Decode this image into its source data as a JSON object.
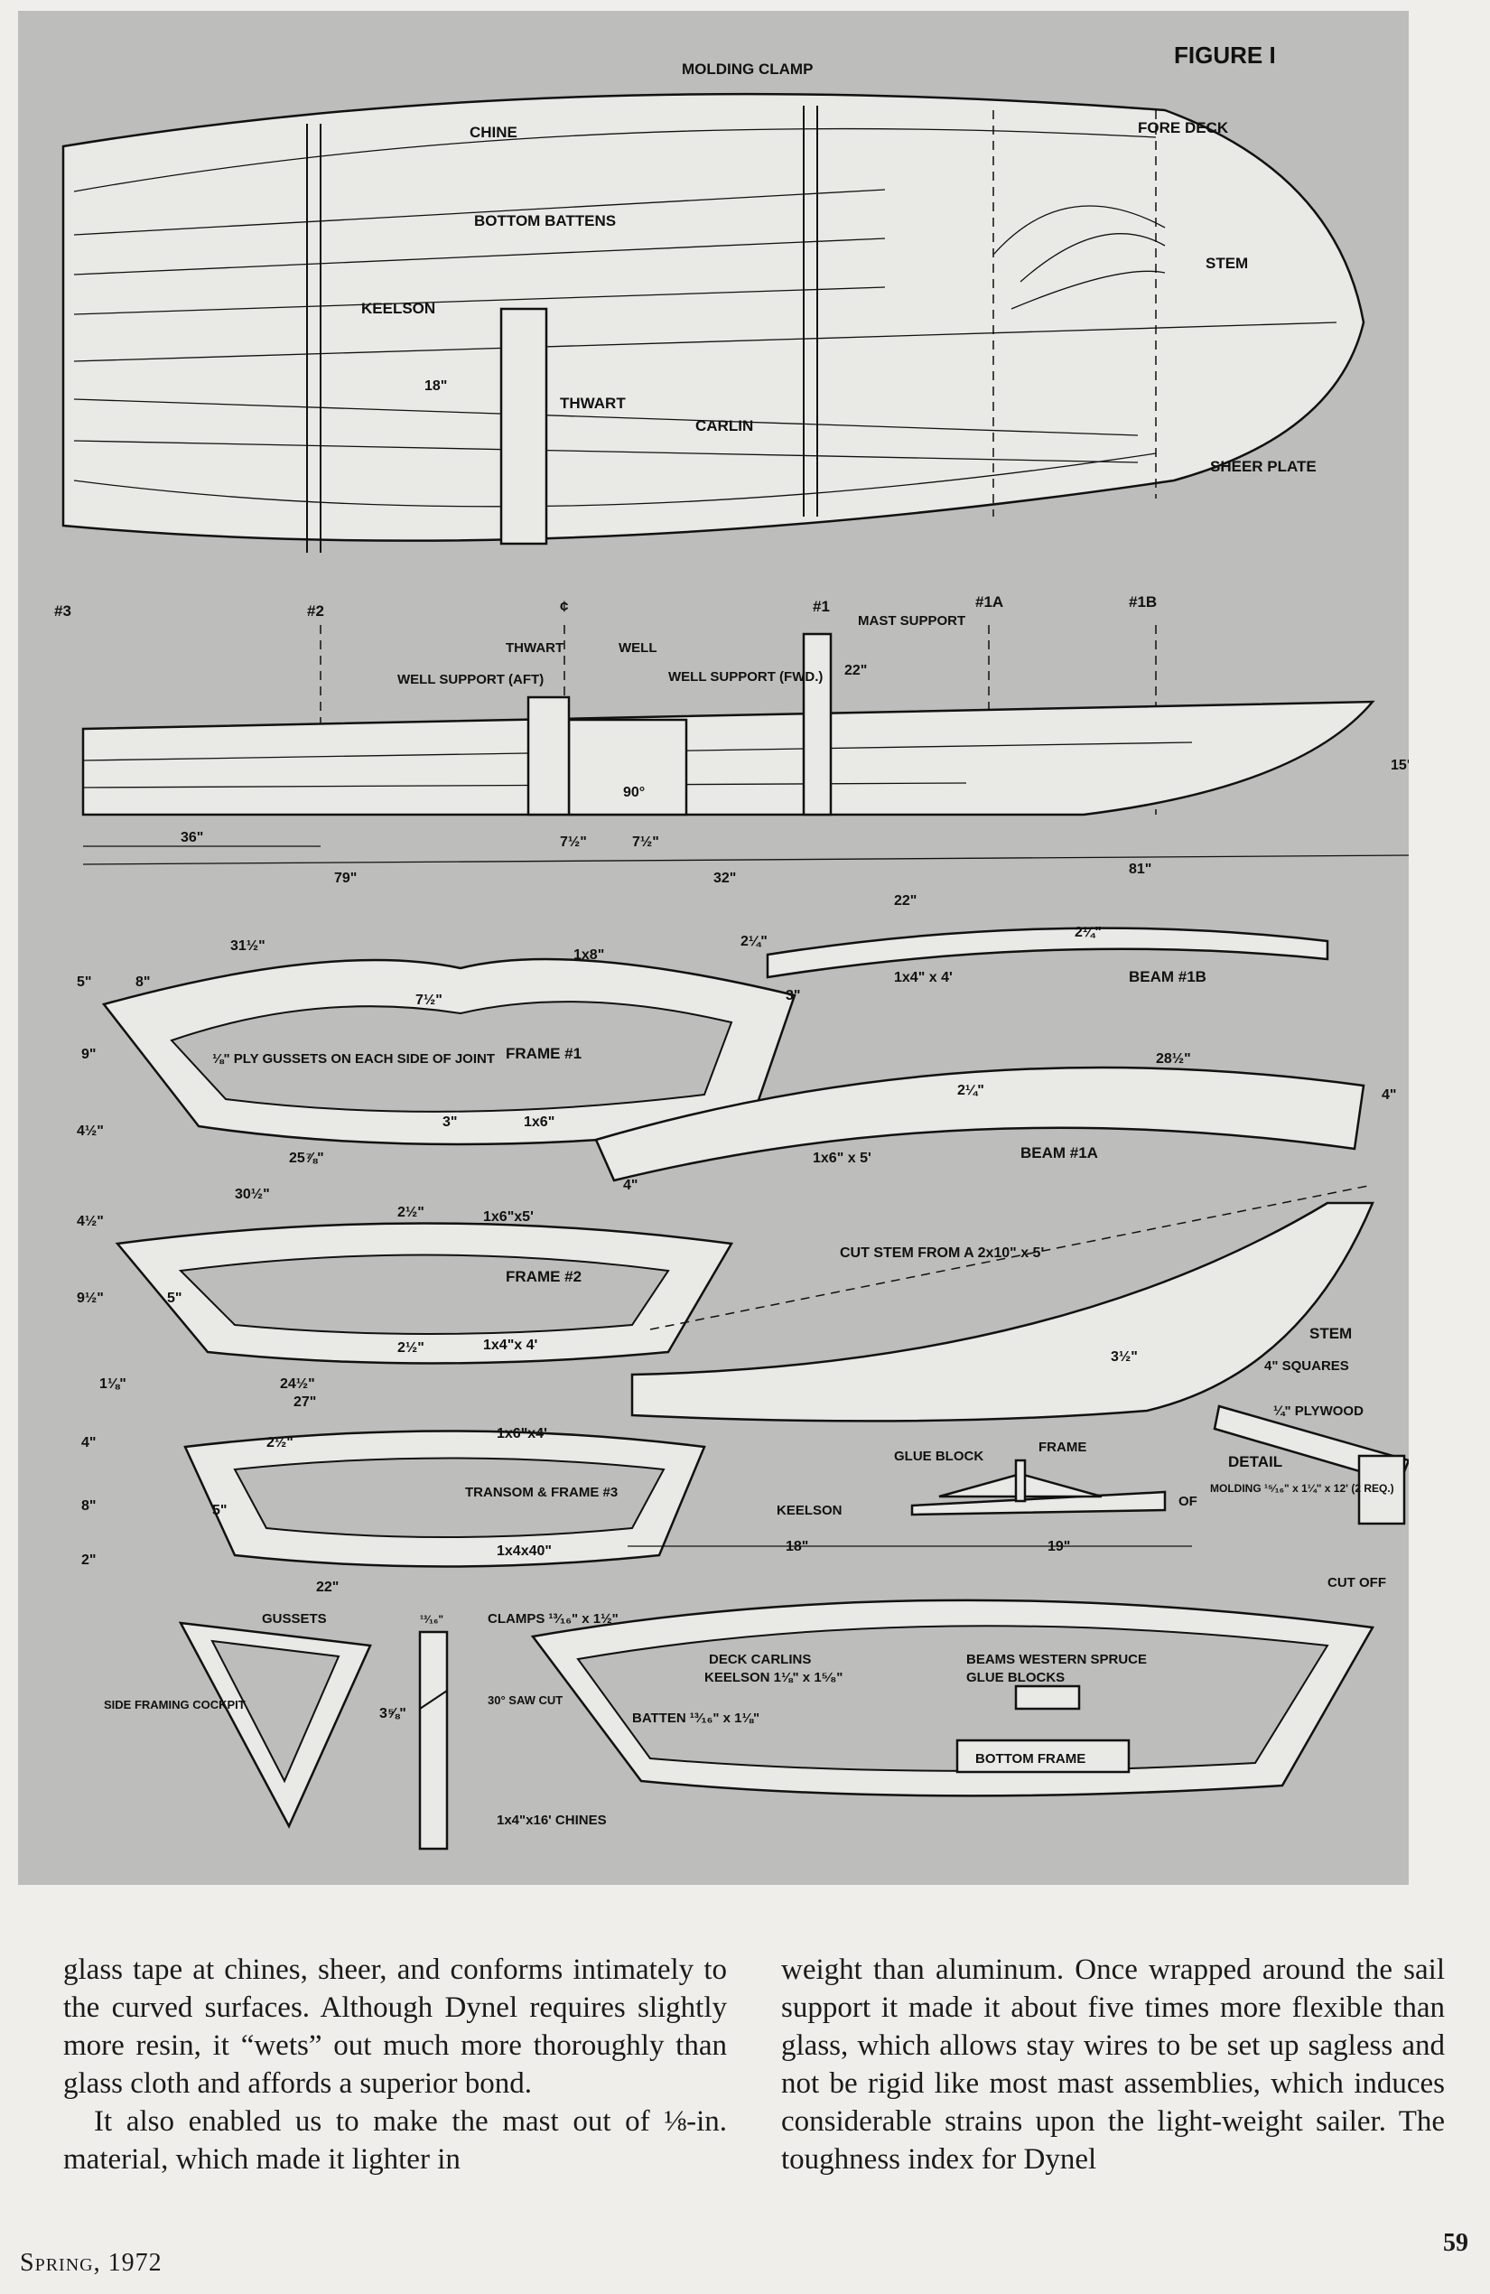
{
  "figure": {
    "title": "FIGURE I",
    "top_view": {
      "labels": [
        "MOLDING CLAMP",
        "CHINE",
        "FORE DECK",
        "BOTTOM BATTENS",
        "STEM",
        "KEELSON",
        "THWART",
        "CARLIN",
        "SHEER PLATE"
      ],
      "dim_width": "18\""
    },
    "side_view": {
      "stations": [
        "#3",
        "#2",
        "¢",
        "#1",
        "#1A",
        "#1B"
      ],
      "labels": [
        "MAST SUPPORT",
        "THWART",
        "WELL",
        "WELL SUPPORT (AFT)",
        "WELL SUPPORT (FWD.)"
      ],
      "dims": [
        "22\"",
        "90°",
        "15\"",
        "36\"",
        "7½\"",
        "7½\"",
        "79\"",
        "32\"",
        "81\""
      ]
    },
    "frame1": {
      "name": "FRAME #1",
      "gusset_note": "⅛\" PLY GUSSETS ON EACH SIDE OF JOINT",
      "stock_top": "1x8\"",
      "stock_bottom": "1x6\"",
      "dims": [
        "31½\"",
        "8\"",
        "5\"",
        "7½\"",
        "9\"",
        "4½\"",
        "3\"",
        "25⅞\""
      ]
    },
    "beam1b": {
      "name": "BEAM #1B",
      "stock": "1x4\" x 4'",
      "dims": [
        "22\"",
        "2¼\"",
        "2¼\"",
        "3\""
      ]
    },
    "beam1a": {
      "name": "BEAM #1A",
      "stock": "1x6\" x 5'",
      "dims": [
        "28½\"",
        "2¼\"",
        "4\"",
        "4\""
      ]
    },
    "frame2": {
      "name": "FRAME #2",
      "stock_top": "1x6\"x5'",
      "stock_bottom": "1x4\"x 4'",
      "dims": [
        "30½\"",
        "4½\"",
        "2½\"",
        "9½\"",
        "5\"",
        "2½\"",
        "1⅛\"",
        "24½\""
      ]
    },
    "stem": {
      "note": "CUT STEM FROM A 2x10\" x 5'",
      "name": "STEM",
      "grid": "4\" SQUARES",
      "dim": "3½\""
    },
    "transom": {
      "name": "TRANSOM & FRAME #3",
      "stock_top": "1x6\"x4'",
      "stock_bottom": "1x4x40\"",
      "dims": [
        "27\"",
        "4\"",
        "2½\"",
        "8\"",
        "5\"",
        "2\"",
        "22\""
      ]
    },
    "detail": {
      "plywood": "¼\" PLYWOOD",
      "frame": "FRAME",
      "glue_block": "GLUE BLOCK",
      "keelson": "KEELSON",
      "of": "OF",
      "title": "DETAIL",
      "molding": "MOLDING ¹⁵⁄₁₆\" x 1¼\" x 12' (2 REQ.)",
      "cut_off": "CUT OFF"
    },
    "section": {
      "dims": [
        "18\"",
        "19\""
      ],
      "labels": [
        "CLAMPS ¹³⁄₁₆\" x 1½\"",
        "DECK CARLINS",
        "KEELSON 1⅛\" x 1⁵⁄₈\"",
        "BEAMS WESTERN SPRUCE",
        "GLUE BLOCKS",
        "BATTEN ¹³⁄₁₆\" x 1⅛\"",
        "BOTTOM FRAME"
      ]
    },
    "cockpit": {
      "gussets": "GUSSETS",
      "label": "SIDE FRAMING COCKPIT"
    },
    "chine": {
      "dims": [
        "¹³⁄₁₆\"",
        "3⅝\""
      ],
      "saw_cut": "30° SAW CUT",
      "stock": "1x4\"x16' CHINES"
    }
  },
  "body": {
    "col1_p1": "glass tape at chines, sheer, and conforms intimately to the curved surfaces. Although Dynel requires slightly more resin, it “wets” out much more thoroughly than glass cloth and affords a superior bond.",
    "col1_p2": "It also enabled us to make the mast out of ⅛-in. material, which made it lighter in",
    "col2_p1": "weight than aluminum. Once wrapped around the sail support it made it about five times more flexible than glass, which allows stay wires to be set up sagless and not be rigid like most mast assemblies, which induces considerable strains upon the light-weight sailer. The toughness index for Dynel"
  },
  "footer": {
    "left": "Spring, 1972",
    "right": "59"
  }
}
